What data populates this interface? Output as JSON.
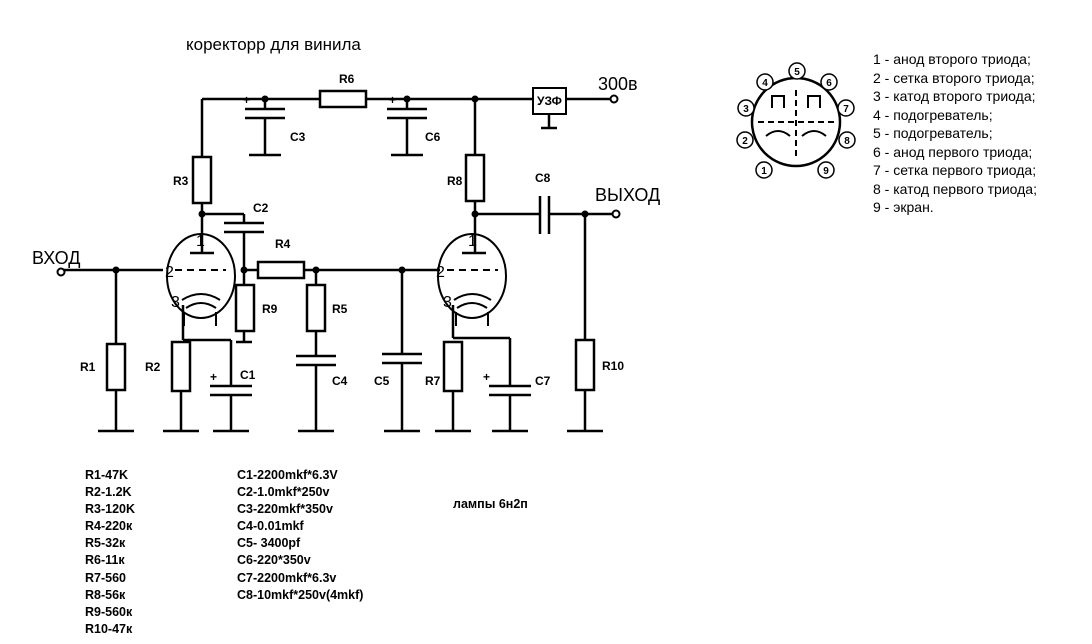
{
  "title": "коректорр для винила",
  "supply_label": "300в",
  "input_label": "ВХОД",
  "output_label": "ВЫХОД",
  "filter_label": "УЗФ",
  "tubes_note": "лампы 6н2п",
  "components": {
    "R1": "R1",
    "R2": "R2",
    "R3": "R3",
    "R4": "R4",
    "R5": "R5",
    "R6": "R6",
    "R7": "R7",
    "R8": "R8",
    "R9": "R9",
    "R10": "R10",
    "C1": "C1",
    "C2": "C2",
    "C3": "C3",
    "C4": "C4",
    "C5": "C5",
    "C6": "C6",
    "C7": "C7",
    "C8": "C8"
  },
  "plus_sign": "+",
  "pins": [
    "1",
    "2",
    "3"
  ],
  "socket_pins": [
    "1",
    "2",
    "3",
    "4",
    "5",
    "6",
    "7",
    "8",
    "9"
  ],
  "pinout": [
    "1 - анод второго триода;",
    "2 - сетка второго триода;",
    "3 - катод второго триода;",
    "4 - подогреватель;",
    "5 - подогреватель;",
    "6 - анод первого триода;",
    "7 - сетка первого триода;",
    "8 - катод первого триода;",
    "9 - экран."
  ],
  "resistor_values": [
    "R1-47K",
    "R2-1.2K",
    "R3-120K",
    "R4-220к",
    "R5-32к",
    "R6-11к",
    "R7-560",
    "R8-56к",
    "R9-560к",
    "R10-47к"
  ],
  "capacitor_values": [
    "C1-2200mkf*6.3V",
    "C2-1.0mkf*250v",
    "C3-220mkf*350v",
    "C4-0.01mkf",
    "C5- 3400pf",
    "C6-220*350v",
    "C7-2200mkf*6.3v",
    "C8-10mkf*250v(4mkf)"
  ]
}
